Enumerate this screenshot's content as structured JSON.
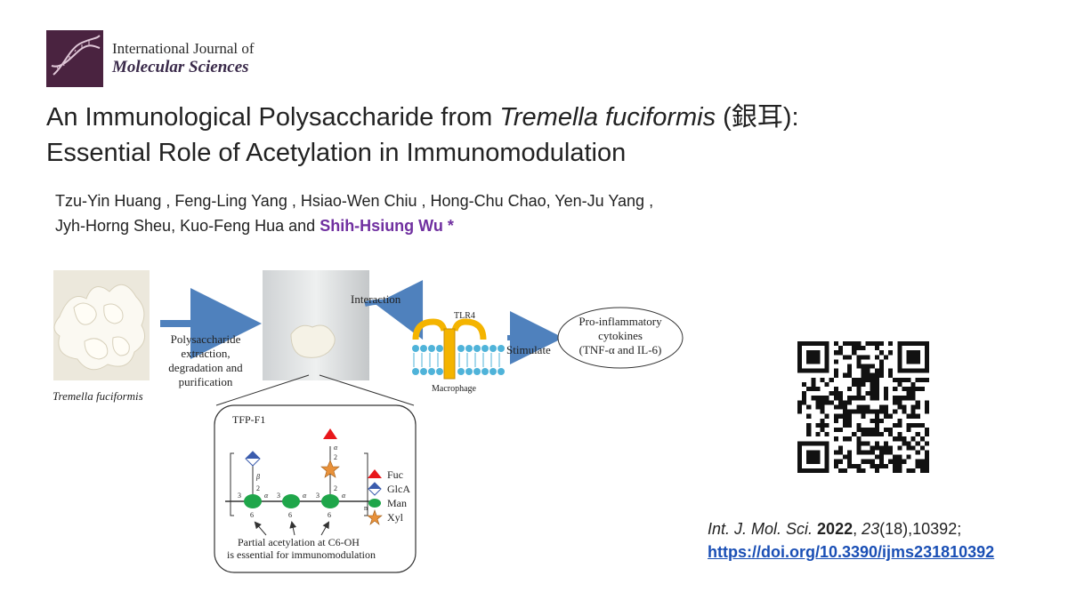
{
  "journal": {
    "line1": "International Journal of",
    "line2": "Molecular Sciences"
  },
  "title": {
    "part1": "An Immunological Polysaccharide from ",
    "italic": "Tremella fuciformis",
    "part2": " (銀耳):",
    "line2": "Essential Role of Acetylation in Immunomodulation"
  },
  "authors": {
    "line1": "Tzu-Yin Huang , Feng-Ling Yang , Hsiao-Wen Chiu , Hong-Chu Chao, Yen-Ju Yang ,",
    "line2": "Jyh-Horng Sheu, Kuo-Feng Hua and ",
    "corresponding": "Shih-Hsiung Wu *"
  },
  "figure": {
    "species_label": "Tremella fuciformis",
    "process_lines": [
      "Polysaccharide",
      "extraction,",
      "degradation and",
      "purification"
    ],
    "interaction": "Interaction",
    "receptor": "TLR4",
    "cell": "Macrophage",
    "stimulate": "Stimulate",
    "cytokines_lines": [
      "Pro-inflammatory",
      "cytokines",
      "(TNF-α and IL-6)"
    ],
    "inset_title": "TFP-F1",
    "legend": [
      "Fuc",
      "GlcA",
      "Man",
      "Xyl"
    ],
    "linkage_labels": {
      "alpha": "α",
      "beta": "β",
      "n": "n",
      "pos2": "2",
      "pos3": "3",
      "pos6": "6"
    },
    "caption_lines": [
      "Partial acetylation at C6-OH",
      "is essential for immunomodulation"
    ],
    "colors": {
      "fuc": "#e8171b",
      "glca": "#3b5cad",
      "man": "#1fa64a",
      "xyl": "#e8913a",
      "arrow": "#4f81bd",
      "receptor": "#f4b400",
      "membrane": "#4fb3d9"
    }
  },
  "citation": {
    "journal_abbr": "Int. J. Mol. Sci.",
    "year": "2022",
    "volume": "23",
    "rest": "(18),10392;",
    "doi": "https://doi.org/10.3390/ijms231810392"
  }
}
